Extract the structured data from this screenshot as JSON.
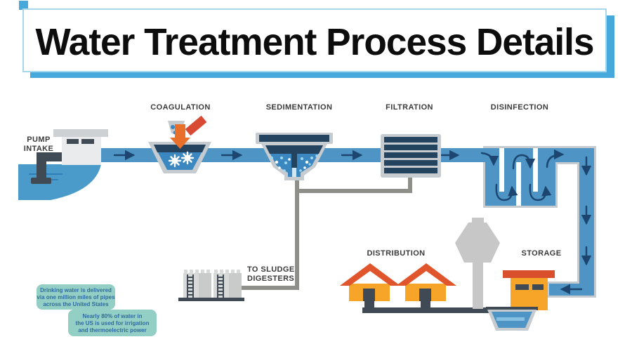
{
  "title": {
    "text": "Water Treatment Process Details"
  },
  "stages": {
    "pump_intake": {
      "line1": "PUMP",
      "line2": "INTAKE"
    },
    "coagulation": {
      "label": "COAGULATION"
    },
    "sedimentation": {
      "label": "SEDIMENTATION"
    },
    "filtration": {
      "label": "FILTRATION"
    },
    "disinfection": {
      "label": "DISINFECTION"
    },
    "distribution": {
      "label": "DISTRIBUTION"
    },
    "storage": {
      "label": "STORAGE"
    },
    "sludge_digesters": {
      "line1": "TO SLUDGE",
      "line2": "DIGESTERS"
    }
  },
  "notes": [
    {
      "lines": [
        "Drinking water is delivered",
        "via one million miles of pipes",
        "across the United States"
      ]
    },
    {
      "lines": [
        "Nearly 80% of water in",
        "the US is used for irrigation",
        "and thermoelectric power"
      ]
    }
  ],
  "colors": {
    "title_shadow_blue": "#47A8DC",
    "border_light_blue": "#A8D7EC",
    "channel_blue": "#4E94C4",
    "navy": "#24435F",
    "arrow_navy": "#1C4670",
    "basin_water": "#3B87C0",
    "water_blue": "#4A9ACA",
    "wave_blue": "#2E7FB8",
    "light_gray": "#C5CBCF",
    "building_gray": "#E9EBEC",
    "roof_gray": "#CED1D3",
    "dark_slate": "#3F4A55",
    "pipe_gray": "#8F8F8A",
    "house_orange": "#F7A528",
    "roof_orange": "#E0552B",
    "storage_roof_red": "#D94F2B",
    "arrow_orange": "#E8702A",
    "chem_red": "#D84A33",
    "note_teal": "#94CFC5",
    "note_text": "#2D6B9E",
    "label_dark": "#3B3B3B",
    "tank_gray": "#D8DAD9",
    "tank_gray_dark": "#C9CBCA",
    "tower_gray": "#C7C7C7",
    "bubble_blue": "#9FD8EE",
    "basin_stripe": "#85C0E2",
    "tube_light": "#CFE7F2"
  }
}
